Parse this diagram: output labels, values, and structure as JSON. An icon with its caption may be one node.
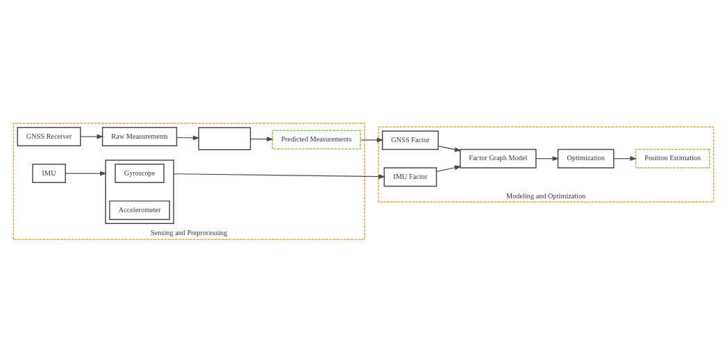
{
  "diagram": {
    "nodes": [
      {
        "text": [
          "Sensing and Preprocessing"
        ]
      },
      {
        "text": [
          "IMU"
        ],
        "in": 0
      },
      {
        "text": [],
        "shape": "box",
        "in": 0
      },
      {
        "text": [
          "Gyroscope"
        ],
        "in": 2
      },
      {
        "text": [
          "Accelerometer"
        ],
        "in": 2
      },
      {
        "text": [
          "GNSS Receiver"
        ],
        "in": 0
      },
      {
        "text": [
          "Raw Measurements"
        ],
        "in": 0
      },
      {
        "text": [],
        "shape": "box",
        "in": 0
      },
      {
        "text": [
          "Predicted Measurements"
        ],
        "in": 0
      },
      {
        "text": [
          "Modeling and Optimization"
        ]
      },
      {
        "text": [
          "IMU Factor"
        ],
        "in": 9
      },
      {
        "text": [
          "GNSS Factor"
        ],
        "in": 9
      },
      {
        "text": [
          "Factor Graph Model"
        ],
        "in": 9
      },
      {
        "text": [
          "Optimization"
        ],
        "in": 9
      },
      {
        "text": [
          "Position Estimation"
        ],
        "in": 9
      }
    ],
    "edges": [
      {
        "from": 1,
        "to": 2,
        "arrow": "to"
      },
      {
        "from": 2,
        "to": 10,
        "arrow": "to"
      },
      {
        "from": 5,
        "to": 6,
        "arrow": "to"
      },
      {
        "from": 6,
        "to": 7,
        "arrow": "to"
      },
      {
        "from": 7,
        "to": 8,
        "arrow": "to"
      },
      {
        "from": 8,
        "to": 11,
        "arrow": "to"
      },
      {
        "from": 10,
        "to": 12,
        "arrow": "to"
      },
      {
        "from": 11,
        "to": 12,
        "arrow": "to"
      },
      {
        "from": 12,
        "to": 13,
        "arrow": "to"
      },
      {
        "from": 13,
        "to": 14,
        "arrow": "to"
      }
    ]
  }
}
